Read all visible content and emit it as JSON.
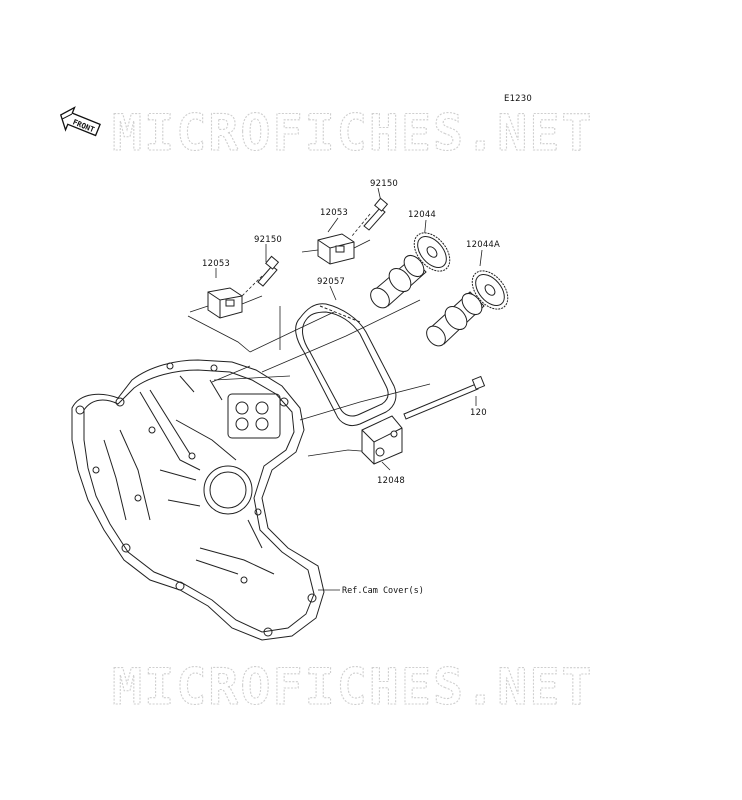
{
  "diagram": {
    "code": "E1230",
    "front_label": "FRONT",
    "watermark": "MICROFICHES.NET",
    "ref_note": "Ref.Cam Cover(s)",
    "parts": [
      {
        "id": "92150-top",
        "label": "92150"
      },
      {
        "id": "12053-top",
        "label": "12053"
      },
      {
        "id": "12044",
        "label": "12044"
      },
      {
        "id": "92150-left",
        "label": "92150"
      },
      {
        "id": "12044A",
        "label": "12044A"
      },
      {
        "id": "12053-left",
        "label": "12053"
      },
      {
        "id": "92057",
        "label": "92057"
      },
      {
        "id": "120",
        "label": "120"
      },
      {
        "id": "12048",
        "label": "12048"
      }
    ]
  }
}
